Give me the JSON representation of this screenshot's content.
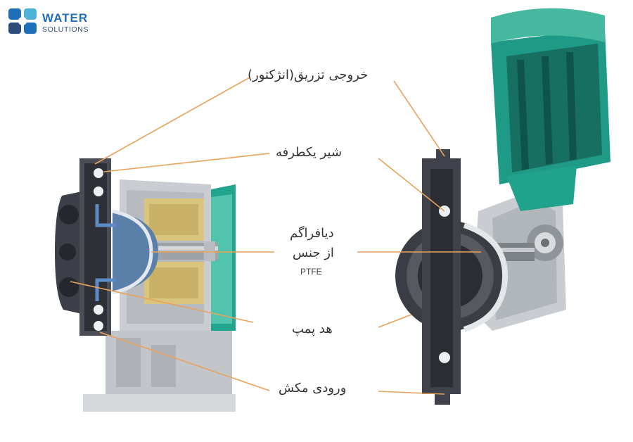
{
  "logo": {
    "brand_line1": "WATER",
    "brand_line2": "SOLUTIONS"
  },
  "labels": {
    "discharge": "خروجی تزریق(انژکتور)",
    "check_valve": "شیر یکطرفه",
    "diaphragm_line1": "دیافراگم",
    "diaphragm_line2": "از جنس",
    "diaphragm_material": "PTFE",
    "pump_head": "هد پمپ",
    "suction": "ورودی مکش"
  },
  "colors": {
    "leader_line": "#e8a35a",
    "pump_head": "#3c3f47",
    "motor": "#1f9a86",
    "housing": "#c9cdd1",
    "diaphragm": "#5a7fa8"
  }
}
